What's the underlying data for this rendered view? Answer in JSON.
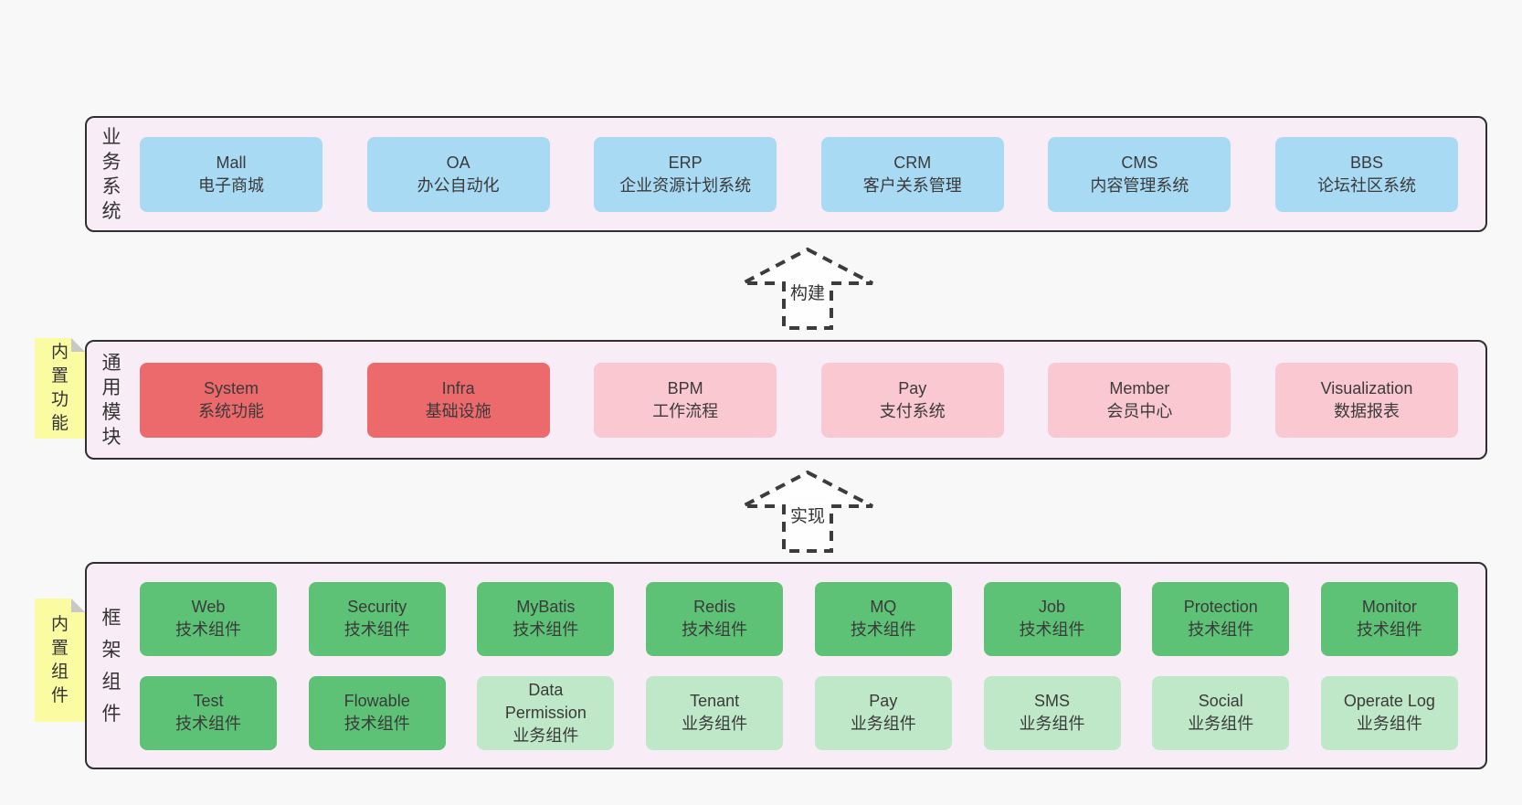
{
  "colors": {
    "page-bg": "#f8f8f8",
    "layer-bg": "#f8edf6",
    "layer-border": "#2f2f2f",
    "box-blue": "#a9daf3",
    "box-red": "#ed6a6c",
    "box-pink": "#fac8d1",
    "box-green": "#5dc276",
    "box-green-light": "#bfe8c8",
    "note-yellow": "#fbfba2",
    "note-fold": "#c8c8c8",
    "text": "#3a3a3a"
  },
  "arrows": [
    {
      "label": "构建"
    },
    {
      "label": "实现"
    }
  ],
  "layers": {
    "business": {
      "label": "业务系统",
      "boxes": [
        {
          "title": "Mall",
          "subtitle": "电子商城"
        },
        {
          "title": "OA",
          "subtitle": "办公自动化"
        },
        {
          "title": "ERP",
          "subtitle": "企业资源计划系统"
        },
        {
          "title": "CRM",
          "subtitle": "客户关系管理"
        },
        {
          "title": "CMS",
          "subtitle": "内容管理系统"
        },
        {
          "title": "BBS",
          "subtitle": "论坛社区系统"
        }
      ]
    },
    "modules": {
      "label": "通用模块",
      "note": "内置功能",
      "boxes": [
        {
          "title": "System",
          "subtitle": "系统功能"
        },
        {
          "title": "Infra",
          "subtitle": "基础设施"
        },
        {
          "title": "BPM",
          "subtitle": "工作流程"
        },
        {
          "title": "Pay",
          "subtitle": "支付系统"
        },
        {
          "title": "Member",
          "subtitle": "会员中心"
        },
        {
          "title": "Visualization",
          "subtitle": "数据报表"
        }
      ]
    },
    "framework": {
      "label": "框架组件",
      "note": "内置组件",
      "row1": [
        {
          "title": "Web",
          "subtitle": "技术组件"
        },
        {
          "title": "Security",
          "subtitle": "技术组件"
        },
        {
          "title": "MyBatis",
          "subtitle": "技术组件"
        },
        {
          "title": "Redis",
          "subtitle": "技术组件"
        },
        {
          "title": "MQ",
          "subtitle": "技术组件"
        },
        {
          "title": "Job",
          "subtitle": "技术组件"
        },
        {
          "title": "Protection",
          "subtitle": "技术组件"
        },
        {
          "title": "Monitor",
          "subtitle": "技术组件"
        }
      ],
      "row2": [
        {
          "title": "Test",
          "subtitle": "技术组件"
        },
        {
          "title": "Flowable",
          "subtitle": "技术组件"
        },
        {
          "title": "Data Permission",
          "subtitle": "业务组件"
        },
        {
          "title": "Tenant",
          "subtitle": "业务组件"
        },
        {
          "title": "Pay",
          "subtitle": "业务组件"
        },
        {
          "title": "SMS",
          "subtitle": "业务组件"
        },
        {
          "title": "Social",
          "subtitle": "业务组件"
        },
        {
          "title": "Operate Log",
          "subtitle": "业务组件"
        }
      ]
    }
  }
}
